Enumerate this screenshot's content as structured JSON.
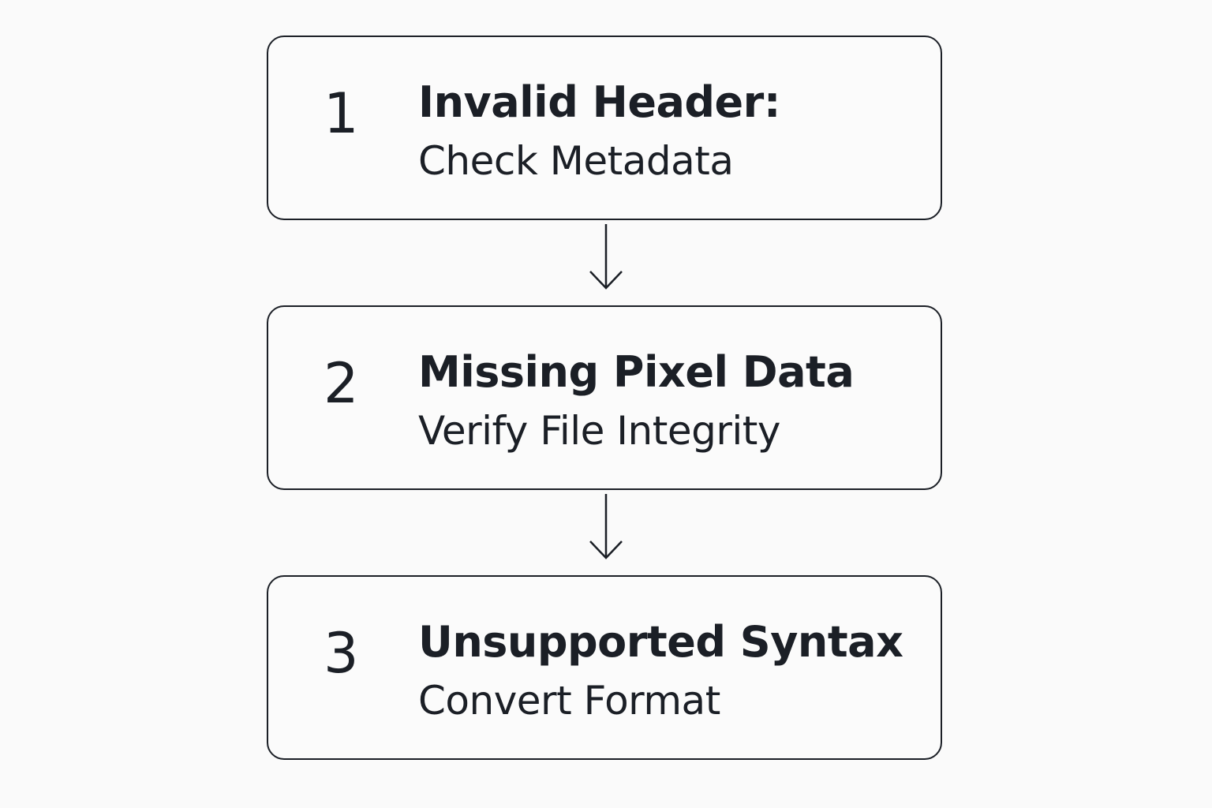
{
  "steps": [
    {
      "number": "1",
      "title": "Invalid Header:",
      "action": "Check Metadata"
    },
    {
      "number": "2",
      "title": "Missing Pixel Data",
      "action": "Verify File Integrity"
    },
    {
      "number": "3",
      "title": "Unsupported Syntax",
      "action": "Convert Format"
    }
  ],
  "colors": {
    "background": "#fafafa",
    "stroke": "#1b1f26",
    "text": "#1b1f26"
  }
}
